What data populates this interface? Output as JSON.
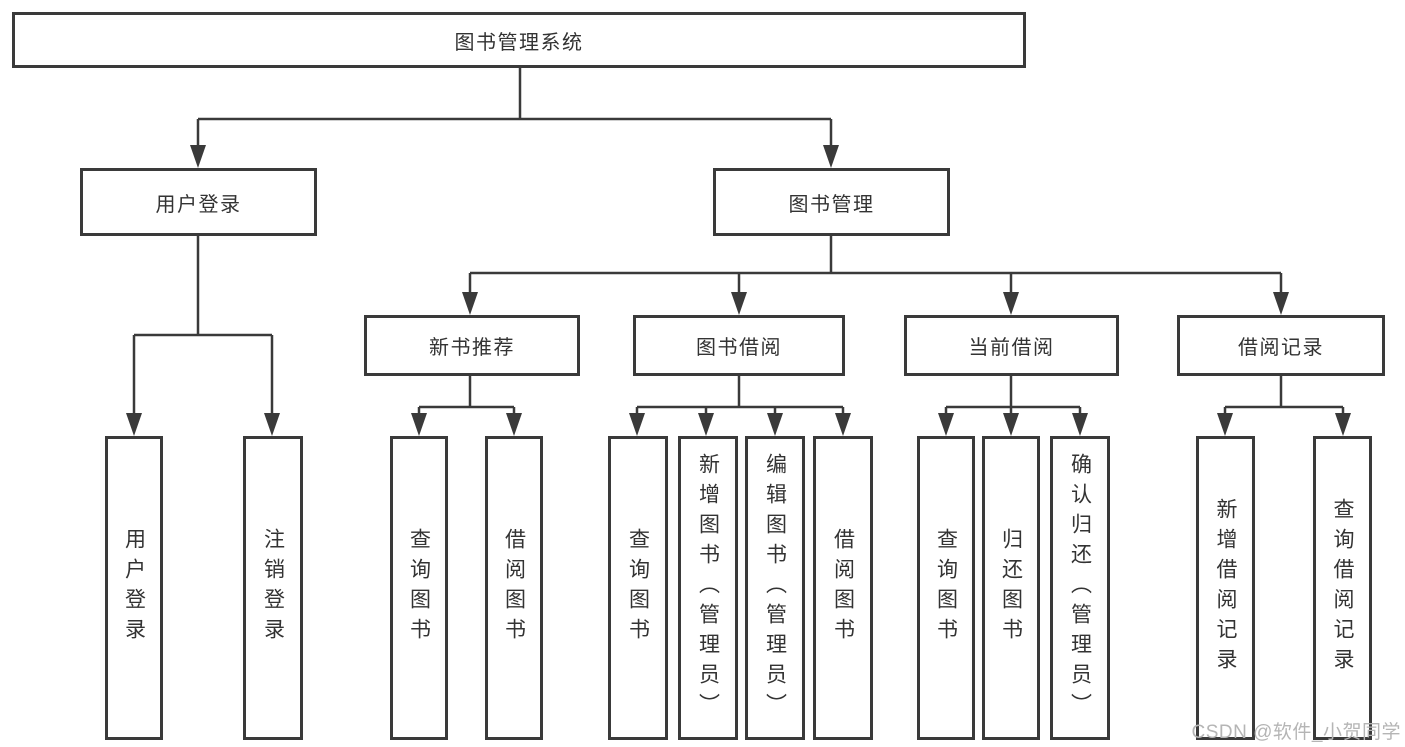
{
  "diagram": {
    "root": {
      "label": "图书管理系统"
    },
    "level2": [
      {
        "label": "用户登录"
      },
      {
        "label": "图书管理"
      }
    ],
    "level3": [
      {
        "label": "新书推荐"
      },
      {
        "label": "图书借阅"
      },
      {
        "label": "当前借阅"
      },
      {
        "label": "借阅记录"
      }
    ],
    "leaves": [
      {
        "label": "用户登录"
      },
      {
        "label": "注销登录"
      },
      {
        "label": "查询图书"
      },
      {
        "label": "借阅图书"
      },
      {
        "label": "查询图书"
      },
      {
        "label": "新增图书（管理员）"
      },
      {
        "label": "编辑图书（管理员）"
      },
      {
        "label": "借阅图书"
      },
      {
        "label": "查询图书"
      },
      {
        "label": "归还图书"
      },
      {
        "label": "确认归还（管理员）"
      },
      {
        "label": "新增借阅记录"
      },
      {
        "label": "查询借阅记录"
      }
    ]
  },
  "watermark": {
    "text": "CSDN @软件_小贺同学"
  },
  "colors": {
    "line": "#3a3a3a",
    "text": "#333333",
    "watermark": "#b5b5b5",
    "background": "#ffffff"
  }
}
